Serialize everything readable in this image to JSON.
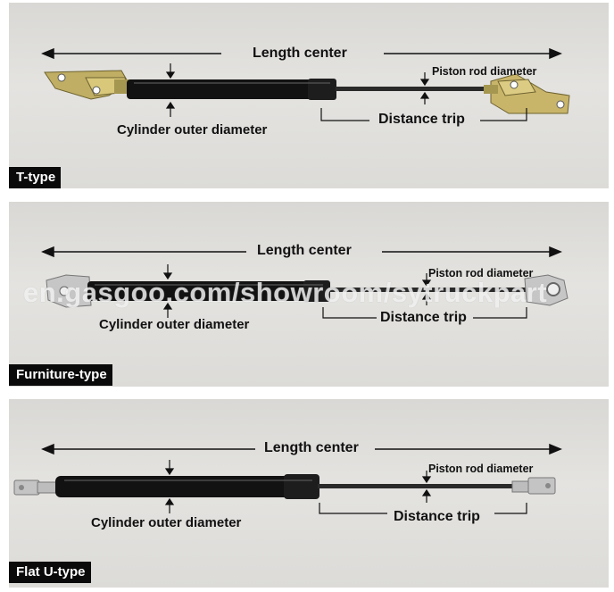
{
  "colors": {
    "cylinder": "#121212",
    "rod": "#2a2a2a",
    "brass": "#c9b56a",
    "steel": "#c8c8c8",
    "label_bg": "#0a0a0a",
    "label_text": "#ffffff",
    "panel_bg": "#dfded9"
  },
  "panels": [
    {
      "type_label": "T-type",
      "length_label": "Length center",
      "rod_label": "Piston rod diameter",
      "outer_label": "Cylinder outer diameter",
      "trip_label": "Distance trip"
    },
    {
      "type_label": "Furniture-type",
      "length_label": "Length center",
      "rod_label": "Piston rod diameter",
      "outer_label": "Cylinder outer diameter",
      "trip_label": "Distance trip"
    },
    {
      "type_label": "Flat U-type",
      "length_label": "Length center",
      "rod_label": "Piston rod diameter",
      "outer_label": "Cylinder outer diameter",
      "trip_label": "Distance trip"
    }
  ],
  "watermark": "en.gasgoo.com/showroom/sytruckpart"
}
